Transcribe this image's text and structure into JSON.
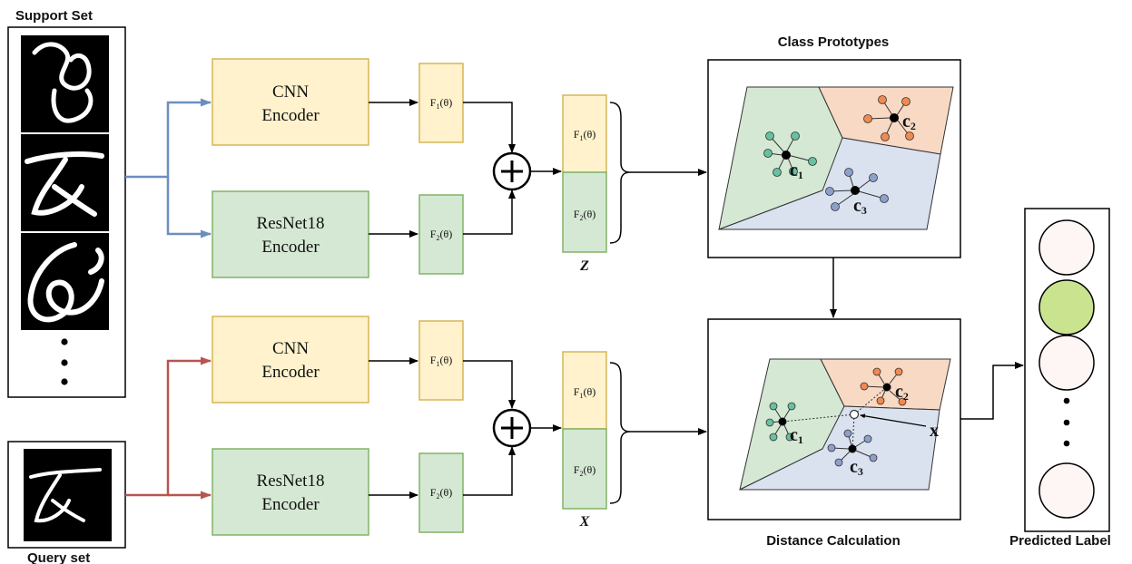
{
  "labels": {
    "support_set": "Support Set",
    "query_set": "Query set",
    "class_prototypes": "Class Prototypes",
    "distance_calculation": "Distance Calculation",
    "predicted_label": "Predicted Label"
  },
  "encoders": {
    "cnn_line1": "CNN",
    "cnn_line2": "Encoder",
    "resnet_line1": "ResNet18",
    "resnet_line2": "Encoder"
  },
  "features": {
    "f1": "F",
    "f1_sub": "1",
    "f2": "F",
    "f2_sub": "2",
    "theta": "(θ)"
  },
  "combined": {
    "z": "Z",
    "x": "X"
  },
  "prototypes": {
    "c1": "c",
    "c1_sub": "1",
    "c2": "c",
    "c2_sub": "2",
    "c3": "c",
    "c3_sub": "3",
    "query_point": "x"
  },
  "colors": {
    "cnn_fill": "#fff2cc",
    "cnn_stroke": "#d6b656",
    "resnet_fill": "#d5e8d4",
    "resnet_stroke": "#82b366",
    "support_arrow": "#6c8ebf",
    "query_arrow": "#b85450",
    "region_green": "#d5e8d4",
    "region_orange": "#f8d9c4",
    "region_blue": "#dae1ef",
    "point_green": "#67c0a0",
    "point_orange": "#f08a50",
    "point_blue": "#8da0cb",
    "predicted_fill": "#c9e38f"
  }
}
